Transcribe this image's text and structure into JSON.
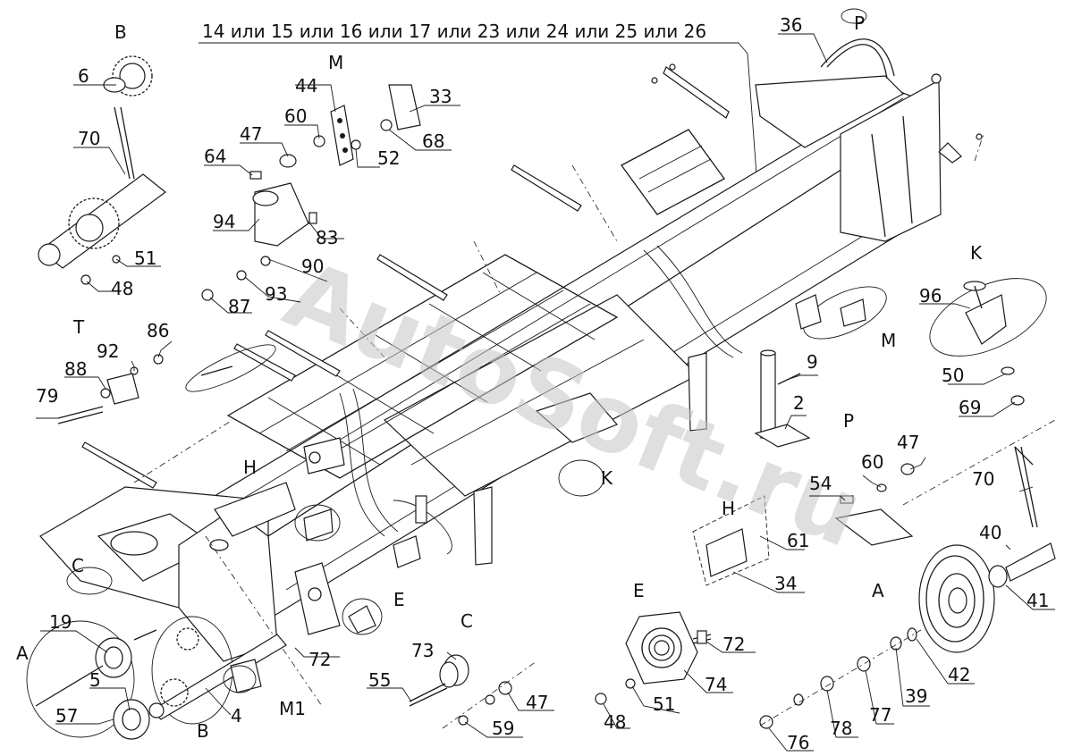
{
  "title_variants": "14 или 15 или 16 или 17 или 23 или 24 или 25 или 26",
  "view_labels": [
    "B",
    "M",
    "T",
    "H",
    "C",
    "E",
    "A",
    "B",
    "M1",
    "K",
    "P",
    "H",
    "E",
    "C",
    "A",
    "K",
    "M",
    "P"
  ],
  "callouts": [
    "6",
    "70",
    "44",
    "33",
    "60",
    "47",
    "68",
    "52",
    "64",
    "94",
    "83",
    "51",
    "48",
    "90",
    "93",
    "87",
    "86",
    "92",
    "88",
    "79",
    "19",
    "5",
    "57",
    "4",
    "72",
    "73",
    "55",
    "47",
    "59",
    "74",
    "51",
    "48",
    "72",
    "36",
    "96",
    "50",
    "69",
    "9",
    "2",
    "47",
    "60",
    "54",
    "61",
    "34",
    "70",
    "40",
    "41",
    "42",
    "39",
    "77",
    "78",
    "76"
  ],
  "watermark": "AutoSoft.ru",
  "colors": {
    "ink": "#1a1a1a",
    "paper": "#ffffff",
    "watermark": "#c6c6c6"
  }
}
